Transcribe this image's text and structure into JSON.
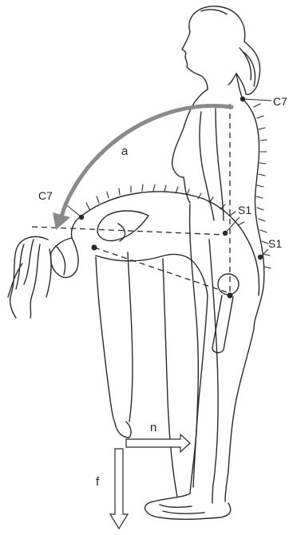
{
  "labels": {
    "c7_top": "C7",
    "c7_left": "C7",
    "s1_mid": "S1",
    "s1_right": "S1",
    "arc": "a",
    "horizontal_force": "n",
    "vertical_force": "f"
  },
  "colors": {
    "line": "#2a2a2a",
    "arc_arrow": "#8a8a8a",
    "paper": "#ffffff"
  }
}
